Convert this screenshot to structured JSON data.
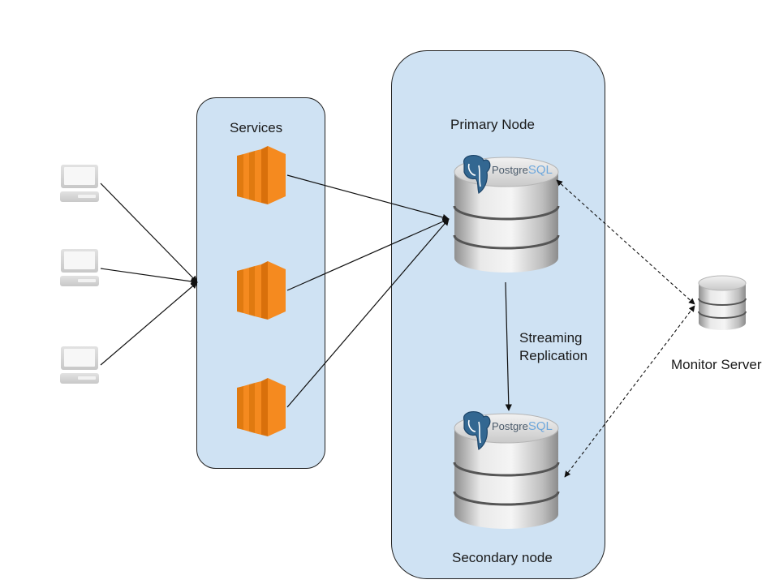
{
  "diagram": {
    "groups": {
      "services": {
        "label": "Services"
      },
      "database_cluster": {
        "primary_label": "Primary Node",
        "secondary_label": "Secondary node"
      }
    },
    "clients": [
      {
        "icon": "computer-icon"
      },
      {
        "icon": "computer-icon"
      },
      {
        "icon": "computer-icon"
      }
    ],
    "services": [
      {
        "icon": "aws-ec2-icon"
      },
      {
        "icon": "aws-ec2-icon"
      },
      {
        "icon": "aws-ec2-icon"
      }
    ],
    "databases": {
      "primary": {
        "icon": "postgresql-database-icon",
        "logo_text_a": "Postgre",
        "logo_text_b": "SQL"
      },
      "secondary": {
        "icon": "postgresql-database-icon",
        "logo_text_a": "Postgre",
        "logo_text_b": "SQL"
      }
    },
    "replication": {
      "line1": "Streaming",
      "line2": "Replication"
    },
    "monitor": {
      "label": "Monitor Server",
      "icon": "database-icon"
    },
    "edges": [
      {
        "from": "client-1",
        "to": "services",
        "style": "solid"
      },
      {
        "from": "client-2",
        "to": "services",
        "style": "solid"
      },
      {
        "from": "client-3",
        "to": "services",
        "style": "solid"
      },
      {
        "from": "service-1",
        "to": "primary",
        "style": "solid"
      },
      {
        "from": "service-2",
        "to": "primary",
        "style": "solid"
      },
      {
        "from": "service-3",
        "to": "primary",
        "style": "solid"
      },
      {
        "from": "primary",
        "to": "secondary",
        "style": "solid",
        "label": "Streaming Replication"
      },
      {
        "from": "monitor",
        "to": "primary",
        "style": "dashed",
        "bidirectional": true
      },
      {
        "from": "monitor",
        "to": "secondary",
        "style": "dashed",
        "bidirectional": true
      }
    ],
    "colors": {
      "group_fill": "#cfe2f3",
      "ec2_orange": "#f58a1f",
      "postgres_blue": "#336791"
    }
  }
}
